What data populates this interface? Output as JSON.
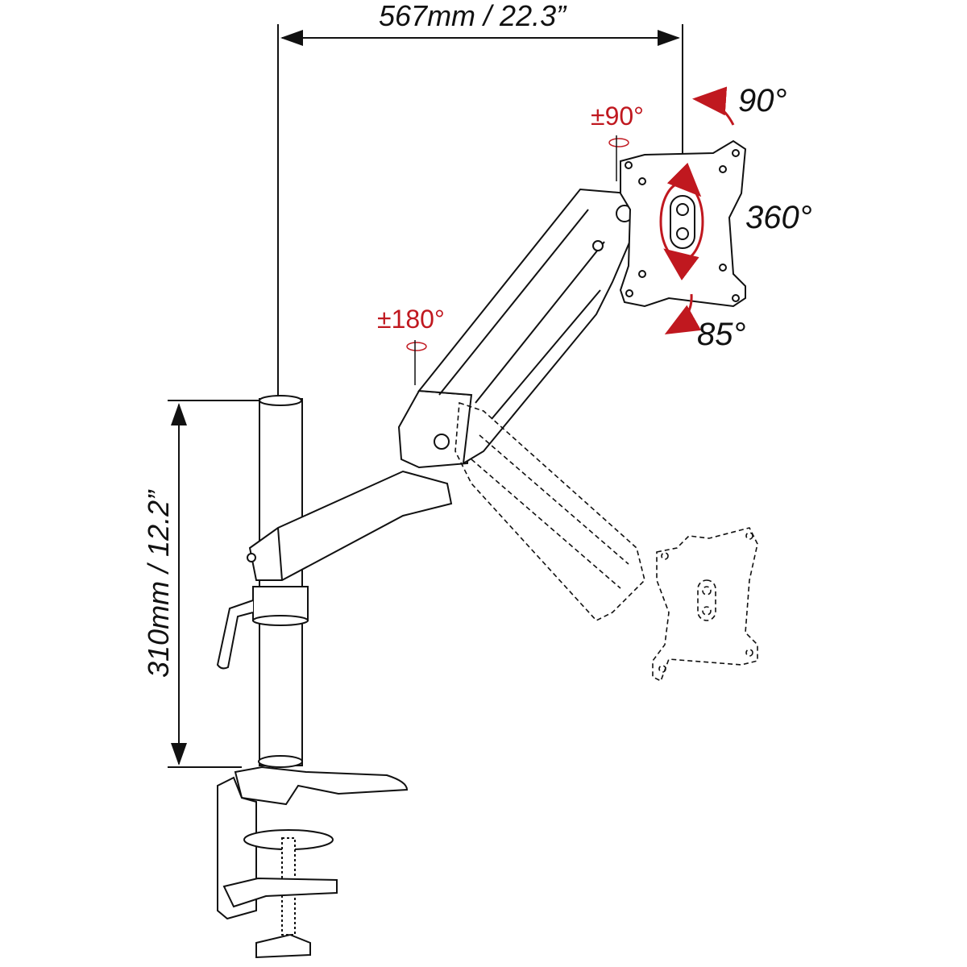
{
  "dimensions": {
    "reach": "567mm / 22.3”",
    "height": "310mm / 12.2”"
  },
  "angles": {
    "arm_swivel": "±180°",
    "head_swivel": "±90°",
    "tilt_up": "90°",
    "rotation": "360°",
    "tilt_down": "85°"
  },
  "colors": {
    "accent_red": "#c0181f",
    "line": "#111111"
  }
}
